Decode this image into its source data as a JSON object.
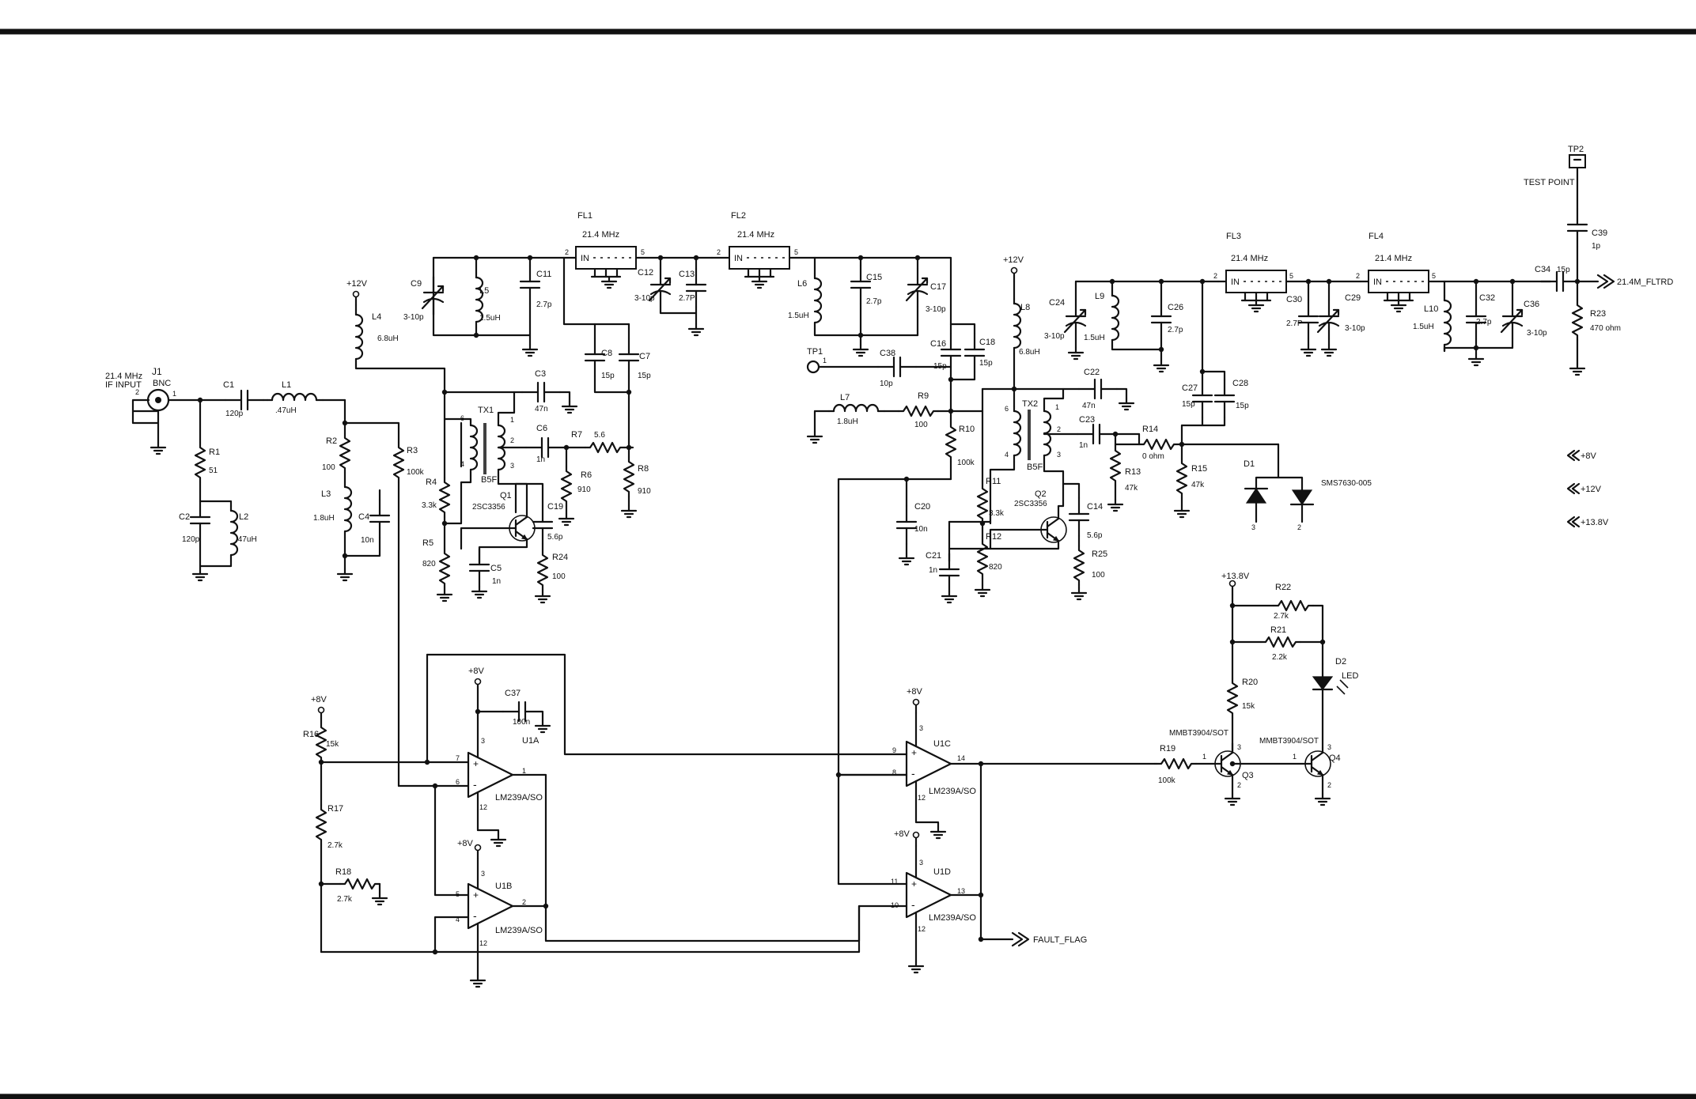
{
  "input": {
    "freq": "21.4 MHz",
    "name": "IF INPUT",
    "connector": "J1",
    "type": "BNC"
  },
  "labels": {
    "c1": "C1",
    "c1v": "120p",
    "l1": "L1",
    "l1v": ".47uH",
    "r1": "R1",
    "r1v": "51",
    "c2": "C2",
    "c2v": "120p",
    "l2": "L2",
    "l2v": ".47uH",
    "r2": "R2",
    "r2v": "100",
    "l3": "L3",
    "l3v": "1.8uH",
    "c4": "C4",
    "c4v": "10n",
    "r3": "R3",
    "r3v": "100k",
    "l4": "L4",
    "l4v": "6.8uH",
    "p12a": "+12V",
    "c3": "C3",
    "c3v": "47n",
    "tx1": "TX1",
    "tx1t": "B5F",
    "c6": "C6",
    "c6v": "1n",
    "r7": "R7",
    "r7v": "5.6",
    "r6": "R6",
    "r6v": "910",
    "r8": "R8",
    "r8v": "910",
    "r4": "R4",
    "r4v": "3.3k",
    "r5": "R5",
    "r5v": "820",
    "q1": "Q1",
    "q1t": "2SC3356",
    "c5": "C5",
    "c5v": "1n",
    "c19": "C19",
    "c19v": "5.6p",
    "r24": "R24",
    "r24v": "100",
    "c9": "C9",
    "c9v": "3-10p",
    "l5": "L5",
    "l5v": "1.5uH",
    "c11": "C11",
    "c11v": "2.7p",
    "fl1": "FL1",
    "fl1f": "21.4 MHz",
    "c8": "C8",
    "c8v": "15p",
    "c7": "C7",
    "c7v": "15p",
    "c12": "C12",
    "c12v": "3-10p",
    "c13": "C13",
    "c13v": "2.7P",
    "fl2": "FL2",
    "fl2f": "21.4 MHz",
    "l6": "L6",
    "l6v": "1.5uH",
    "c15": "C15",
    "c15v": "2.7p",
    "c17": "C17",
    "c17v": "3-10p",
    "c16": "C16",
    "c16v": "15p",
    "c18": "C18",
    "c18v": "15p",
    "tp1": "TP1",
    "c38": "C38",
    "c38v": "10p",
    "l7": "L7",
    "l7v": "1.8uH",
    "r9": "R9",
    "r9v": "100",
    "r10": "R10",
    "r10v": "100k",
    "c20": "C20",
    "c20v": "10n",
    "p12b": "+12V",
    "l8": "L8",
    "l8v": "6.8uH",
    "c22": "C22",
    "c22v": "47n",
    "tx2": "TX2",
    "tx2t": "B5F",
    "c23": "C23",
    "c23v": "1n",
    "r11": "R11",
    "r11v": "3.3k",
    "r12": "R12",
    "r12v": "820",
    "c21": "C21",
    "c21v": "1n",
    "q2": "Q2",
    "q2t": "2SC3356",
    "c14": "C14",
    "c14v": "5.6p",
    "r25": "R25",
    "r25v": "100",
    "r13": "R13",
    "r13v": "47k",
    "r14": "R14",
    "r14v": "0 ohm",
    "r15": "R15",
    "r15v": "47k",
    "c27": "C27",
    "c27v": "15p",
    "c28": "C28",
    "c28v": "15p",
    "d1": "D1",
    "d1t": "SMS7630-005",
    "c24": "C24",
    "c24v": "3-10p",
    "l9": "L9",
    "l9v": "1.5uH",
    "c26": "C26",
    "c26v": "2.7p",
    "fl3": "FL3",
    "fl3f": "21.4 MHz",
    "c30": "C30",
    "c30v": "2.7P",
    "c29": "C29",
    "c29v": "3-10p",
    "fl4": "FL4",
    "fl4f": "21.4 MHz",
    "l10": "L10",
    "l10v": "1.5uH",
    "c32": "C32",
    "c32v": "2.7p",
    "c36": "C36",
    "c36v": "3-10p",
    "c34": "C34",
    "c34v": "15p",
    "r23": "R23",
    "r23v": "470 ohm",
    "c39": "C39",
    "c39v": "1p",
    "tp2": "TP2",
    "tpname": "TEST POINT",
    "out": "21.4M_FLTRD",
    "rail1": "+8V",
    "rail2": "+12V",
    "rail3": "+13.8V",
    "p8a": "+8V",
    "r16": "R16",
    "r16v": "15k",
    "r17": "R17",
    "r17v": "2.7k",
    "r18": "R18",
    "r18v": "2.7k",
    "p8b": "+8V",
    "c37": "C37",
    "c37v": "100n",
    "u1a": "U1A",
    "u1at": "LM239A/SO",
    "p8c": "+8V",
    "u1b": "U1B",
    "u1bt": "LM239A/SO",
    "p8d": "+8V",
    "u1c": "U1C",
    "u1ct": "LM239A/SO",
    "p8e": "+8V",
    "u1d": "U1D",
    "u1dt": "LM239A/SO",
    "fault": "FAULT_FLAG",
    "p138": "+13.8V",
    "r22": "R22",
    "r22v": "2.7k",
    "r21": "R21",
    "r21v": "2.2k",
    "r20": "R20",
    "r20v": "15k",
    "d2": "D2",
    "d2t": "LED",
    "r19": "R19",
    "r19v": "100k",
    "q3": "Q3",
    "q3t": "MMBT3904/SOT",
    "q4": "Q4",
    "q4t": "MMBT3904/SOT"
  }
}
